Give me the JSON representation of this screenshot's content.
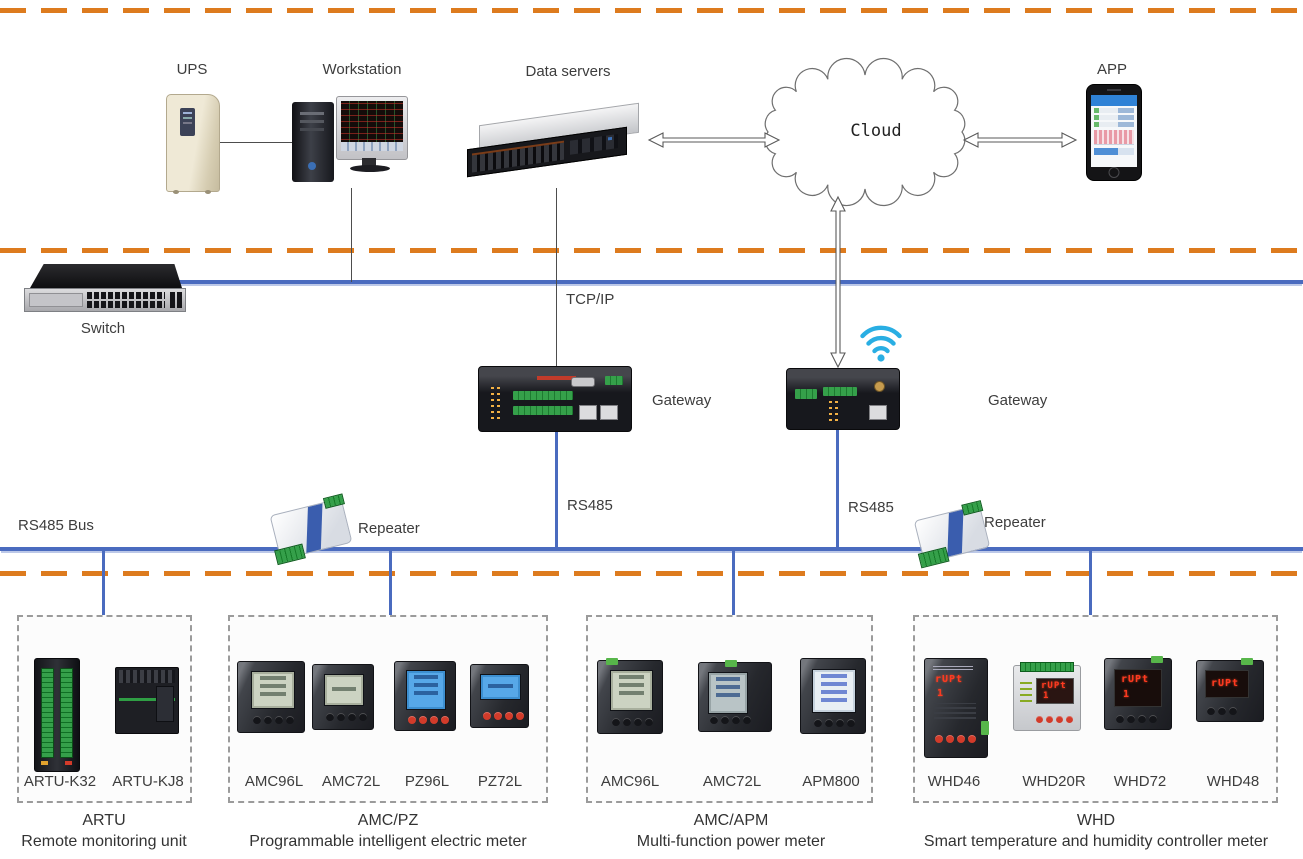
{
  "labels": {
    "ups": "UPS",
    "workstation": "Workstation",
    "data_servers": "Data servers",
    "cloud": "Cloud",
    "app": "APP",
    "switch": "Switch",
    "tcpip": "TCP/IP",
    "gateway1": "Gateway",
    "gateway2": "Gateway",
    "rs485_mid": "RS485",
    "rs485_right": "RS485",
    "rs485_bus": "RS485 Bus",
    "repeater1": "Repeater",
    "repeater2": "Repeater"
  },
  "groups": [
    {
      "title": "ARTU",
      "subtitle": "Remote monitoring unit",
      "devices": [
        "ARTU-K32",
        "ARTU-KJ8"
      ]
    },
    {
      "title": "AMC/PZ",
      "subtitle": "Programmable intelligent electric meter",
      "devices": [
        "AMC96L",
        "AMC72L",
        "PZ96L",
        "PZ72L"
      ]
    },
    {
      "title": "AMC/APM",
      "subtitle": "Multi-function power meter",
      "devices": [
        "AMC96L",
        "AMC72L",
        "APM800"
      ]
    },
    {
      "title": "WHD",
      "subtitle": "Smart temperature and humidity controller meter",
      "devices": [
        "WHD46",
        "WHD20R",
        "WHD72",
        "WHD48"
      ]
    }
  ],
  "device_displays": {
    "rupt": "rUPt",
    "one": "1"
  },
  "colors": {
    "separator_orange": "#dd7b1e",
    "bus_blue": "#4a6bbf",
    "wifi_cyan": "#29aee3",
    "led_red": "#ff3a21"
  }
}
